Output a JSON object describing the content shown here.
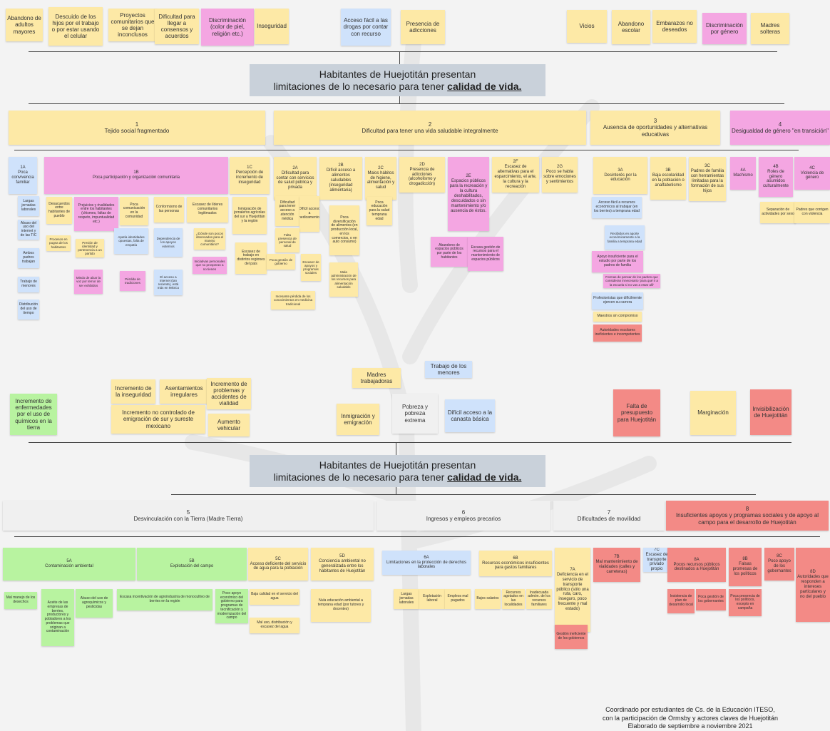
{
  "top_causes_1": [
    {
      "text": "Abandono de adultos mayores",
      "c": "y"
    },
    {
      "text": "Descuido de los hijos por el trabajo o por estar usando el celular",
      "c": "y"
    },
    {
      "text": "Proyectos comunitarios que se dejan inconclusos",
      "c": "y"
    },
    {
      "text": "Dificultad para llegar a consensos y acuerdos",
      "c": "y"
    },
    {
      "text": "Discriminación (color de piel, religión etc.)",
      "c": "p"
    },
    {
      "text": "Inseguridad",
      "c": "y"
    },
    {
      "text": "Acceso fácil a las drogas por contar con recurso",
      "c": "b"
    },
    {
      "text": "Presencia de adicciones",
      "c": "y"
    },
    {
      "text": "Vicios",
      "c": "y"
    },
    {
      "text": "Abandono escolar",
      "c": "y"
    },
    {
      "text": "Embarazos no deseados",
      "c": "y"
    },
    {
      "text": "Discriminación por género",
      "c": "p"
    },
    {
      "text": "Madres solteras",
      "c": "y"
    }
  ],
  "title_1": {
    "line1": "Habitantes de Huejotitán presentan",
    "line2": "limitaciones de lo necesario para tener ",
    "underline": "calidad de vida."
  },
  "level1_top": [
    {
      "text": "1\nTejido social fragmentado",
      "c": "y"
    },
    {
      "text": "2\nDificultad para tener una vida saludable integralmente",
      "c": "y"
    },
    {
      "text": "3\nAusencia de oportunidades y alternativas educativas",
      "c": "y"
    },
    {
      "text": "4\nDesigualdad de género \"en transición\"",
      "c": "p"
    }
  ],
  "level2_top": [
    {
      "text": "1A\nPoca convivencia familiar",
      "c": "b"
    },
    {
      "text": "1B\nPoca participación y organización comunitaria",
      "c": "p"
    },
    {
      "text": "1C\nPercepción de incremento de inseguridad",
      "c": "y"
    },
    {
      "text": "2A\nDificultad para contar con servicios de salud pública y privada",
      "c": "y"
    },
    {
      "text": "2B\nDifícil acceso a alimentos saludables (inseguridad alimentaria)",
      "c": "y"
    },
    {
      "text": "2C\nMalos hábitos de higiene, alimentación y salud",
      "c": "y"
    },
    {
      "text": "2D\nPresencia de adicciones (alcoholismo y drogadicción)",
      "c": "y"
    },
    {
      "text": "2E\nEspacios públicos para la recreación y la cultura deshabilitados, descuidados o sin mantenimiento y/o ausencia de éstos.",
      "c": "p"
    },
    {
      "text": "2F\nEscasez de alternativas para el esparcimiento, el arte, la cultura y la recreación",
      "c": "y"
    },
    {
      "text": "2G\nPoco se habla sobre emociones y sentimientos",
      "c": "y"
    },
    {
      "text": "3A\nDesinterés por la educación",
      "c": "y"
    },
    {
      "text": "3B\nBaja escolaridad en la población o analfabetismo",
      "c": "y"
    },
    {
      "text": "3C\nPadres de familia con herramientas limitadas para la formación de sus hijos",
      "c": "y"
    },
    {
      "text": "4A\nMachismo",
      "c": "p"
    },
    {
      "text": "4B\nRoles de género asumidos culturalmente",
      "c": "p"
    },
    {
      "text": "4C\nViolencia de género",
      "c": "p"
    }
  ],
  "level3_top": [
    {
      "text": "Largas jornadas laborales",
      "c": "b"
    },
    {
      "text": "Abuso del uso del internet y de las TIC",
      "c": "b"
    },
    {
      "text": "Ambos padres trabajan",
      "c": "b"
    },
    {
      "text": "Trabajo de menores",
      "c": "b"
    },
    {
      "text": "Distribución del uso de tiempo",
      "c": "b"
    },
    {
      "text": "Desacuerdos entre habitantes de pueblo",
      "c": "y"
    },
    {
      "text": "Prejuicios y rivalidades entre los habitantes (chismes, faltas de respeto, impuntualidad etc.)",
      "c": "p"
    },
    {
      "text": "Poca comunicación en la comunidad",
      "c": "y"
    },
    {
      "text": "Conformismo de las personas",
      "c": "y"
    },
    {
      "text": "Escasez de líderes comunitarios legitimados",
      "c": "y"
    },
    {
      "text": "Inmigración de jornaleros agrícolas del sur a Huejotitán y la región",
      "c": "y"
    },
    {
      "text": "Escasez de trabajo en distintos regiones del país",
      "c": "y"
    },
    {
      "text": "Dificultad para tener acceso a atención médica",
      "c": "y"
    },
    {
      "text": "Difícil acceso a medicamentos",
      "c": "y"
    },
    {
      "text": "Poca diversificación de alimentos (en producción local, en los comercios, o en auto consumo)",
      "c": "y"
    },
    {
      "text": "Poca educación para la salud temprana edad",
      "c": "y"
    },
    {
      "text": "Abandono de espacios públicos por parte de los habitantes",
      "c": "p"
    },
    {
      "text": "Escasa gestión de recursos para el mantenimiento de espacios públicos",
      "c": "p"
    },
    {
      "text": "Acceso fácil a recursos económicos al trabajar (en los berries) a temprana edad",
      "c": "b"
    },
    {
      "text": "Apoyo insuficiente para el estudio por parte de los padres de familia",
      "c": "p"
    },
    {
      "text": "Profesionistas que difícilmente ejercen su carrera",
      "c": "b"
    },
    {
      "text": "Maestros sin compromiso",
      "c": "y"
    },
    {
      "text": "Autoridades escolares ineficientes e incompetentes",
      "c": "r"
    },
    {
      "text": "Separación de actividades por sexo",
      "c": "y"
    },
    {
      "text": "Padres que corrigen con violencia",
      "c": "y"
    }
  ],
  "small_notes_top": [
    "Procesos en pugna de los habitantes",
    "Presión de identidad y pertenencia a un partido",
    "Apatía identidades opuestas, falta de empatía",
    "Miedo de alzar la voz por temor de ser exhibidos",
    "Pérdida de tradiciones",
    "Dependencia de los apoyos externos",
    "El acceso a internet (tan reciente), está más en México",
    "¿Dónde son pocos interesados para el manejo comunitario?",
    "Iniciativas personales que no prosperan a no tienen",
    "Falta presencia de personal de salud",
    "Poca gestión de gobierno",
    "Escasez de apoyos y programas sociales",
    "Mala administración de los recursos para alimentación saludable",
    "Incesante pérdida de los conocimientos en medicina tradicional",
    "Recibidos en aporte económicamente a la familia a temprana edad",
    "Formas de pensar de los padres que consideran innecesario 'para qué ir a la escuela si no vas a estar allí'"
  ],
  "top_causes_2": [
    {
      "text": "Madres trabajadoras",
      "c": "y"
    },
    {
      "text": "Trabajo de los menores",
      "c": "b"
    },
    {
      "text": "Incremento de enfermedades por el uso de químicos en la tierra",
      "c": "g"
    },
    {
      "text": "Incremento de la inseguridad",
      "c": "y"
    },
    {
      "text": "Asentamientos irregulares",
      "c": "y"
    },
    {
      "text": "Incremento de problemas y accidentes de vialidad",
      "c": "y"
    },
    {
      "text": "Incremento no controlado de emigración de sur y sureste mexicano",
      "c": "y"
    },
    {
      "text": "Aumento vehicular",
      "c": "y"
    },
    {
      "text": "Inmigración y emigración",
      "c": "y"
    },
    {
      "text": "Pobreza y pobreza extrema",
      "c": "w"
    },
    {
      "text": "Difícil acceso a la canasta básica",
      "c": "b"
    },
    {
      "text": "Falta de presupuesto para Huejotitán",
      "c": "r"
    },
    {
      "text": "Marginación",
      "c": "y"
    },
    {
      "text": "Invisibilización de Huejotitán",
      "c": "r"
    }
  ],
  "title_2": {
    "line1": "Habitantes de Huejotitán presentan",
    "line2": "limitaciones de lo necesario para tener ",
    "underline": "calidad de vida."
  },
  "level1_bottom": [
    {
      "text": "5\nDesvinculación con la Tierra (Madre Tierra)",
      "c": "w"
    },
    {
      "text": "6\nIngresos y empleos precarios",
      "c": "w"
    },
    {
      "text": "7\nDificultades de movilidad",
      "c": "w"
    },
    {
      "text": "8\nInsuficientes apoyos y programas sociales y de apoyo al campo para el desarrollo de Huejotitán",
      "c": "r"
    }
  ],
  "level2_bottom": [
    {
      "text": "5A\nContaminación ambiental",
      "c": "g"
    },
    {
      "text": "5B\nExplotación del campo",
      "c": "g"
    },
    {
      "text": "5C\nAcceso deficiente del servicio de agua para la población",
      "c": "y"
    },
    {
      "text": "5D\nConciencia ambiental no generalizada entre los habitantes de Huejotitán",
      "c": "y"
    },
    {
      "text": "6A\nLimitaciones en la protección de derechos laborales",
      "c": "b"
    },
    {
      "text": "6B\nRecursos económicos insuficientes para gastos familiares",
      "c": "y"
    },
    {
      "text": "7A\nDeficiencia en el servicio de transporte público (sólo una ruta, caro, inseguro, poco frecuente y mal estado)",
      "c": "y"
    },
    {
      "text": "7B\nMal mantenimiento de vialidades (calles y carreteras)",
      "c": "r"
    },
    {
      "text": "7C\nEscasez de transporte privado propio",
      "c": "b"
    },
    {
      "text": "8A\nPocos recursos públicos destinados a Huejotitán",
      "c": "r"
    },
    {
      "text": "8B\nFalsas promesas de los políticos",
      "c": "r"
    },
    {
      "text": "8C\nPoco apoyo de los gobernantes",
      "c": "r"
    },
    {
      "text": "8D\nAutoridades que responden a intereses particulares y no del pueblo",
      "c": "r"
    }
  ],
  "level3_bottom": [
    {
      "text": "Mal manejo de los desechos",
      "c": "g"
    },
    {
      "text": "Aceite de las empresas de berries, productores y pobladores a los problemas que originan a contaminación",
      "c": "g"
    },
    {
      "text": "Abuso del uso de agroquímicos y pesticidas",
      "c": "g"
    },
    {
      "text": "Escasa incentivación de agroindustria de monocultivo de berries en la región",
      "c": "g"
    },
    {
      "text": "Poco apoyo económico del gobierno para programas de tecnificación y modernización del campo",
      "c": "g"
    },
    {
      "text": "Baja calidad en el servicio del agua",
      "c": "y"
    },
    {
      "text": "Mal uso, distribución y escasez del agua",
      "c": "y"
    },
    {
      "text": "Nula educación ambiental a temprana edad (por tutores y docentes)",
      "c": "y"
    },
    {
      "text": "Largas jornadas laborales",
      "c": "y"
    },
    {
      "text": "Explotación laboral",
      "c": "y"
    },
    {
      "text": "Empleos mal pagados",
      "c": "y"
    },
    {
      "text": "Bajos salarios",
      "c": "y"
    },
    {
      "text": "Recursos agotados en las localidades",
      "c": "y"
    },
    {
      "text": "Inadecuada admón. de los recursos familiares",
      "c": "y"
    },
    {
      "text": "Gestión ineficiente de los gobiernos",
      "c": "r"
    },
    {
      "text": "Insistencia de plan de desarrollo local",
      "c": "r"
    },
    {
      "text": "Poca gestión de los gobernantes",
      "c": "r"
    },
    {
      "text": "Poca presencia de los políticos, excepto en campaña",
      "c": "r"
    }
  ],
  "credits": {
    "line1": "Coordinado por estudiantes de Cs. de la Educación ITESO,",
    "line2": "con la participación de Ormsby y actores claves de Huejotitán",
    "line3": "Elaborado de septiembre a noviembre 2021"
  }
}
